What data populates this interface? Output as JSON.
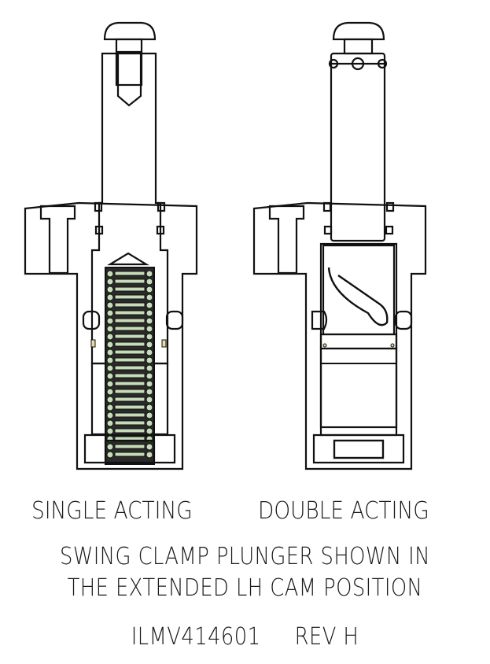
{
  "labels": {
    "single": "SINGLE ACTING",
    "double": "DOUBLE ACTING"
  },
  "caption": {
    "line1": "SWING CLAMP PLUNGER SHOWN IN",
    "line2": "THE EXTENDED LH CAM POSITION",
    "drawing_id": "ILMV414601     REV H"
  },
  "colors": {
    "body_fill": "#d2d4d6",
    "plunger_fill": "#d9dde0",
    "bore_fill": "#c3c5c7",
    "screw_fill": "#b2b0ab",
    "outline": "#111111",
    "wiper_seal": "#a9cde3",
    "rod_seal": "#e6a9b6",
    "spring": "#c6dcb8",
    "pin_green": "#a6d98e",
    "bushing": "#e8dca0"
  },
  "views": [
    {
      "id": "single-acting",
      "plunger": "hatched-section",
      "spring": true
    },
    {
      "id": "double-acting",
      "plunger": "solid-with-cam-groove",
      "spring": false
    }
  ]
}
